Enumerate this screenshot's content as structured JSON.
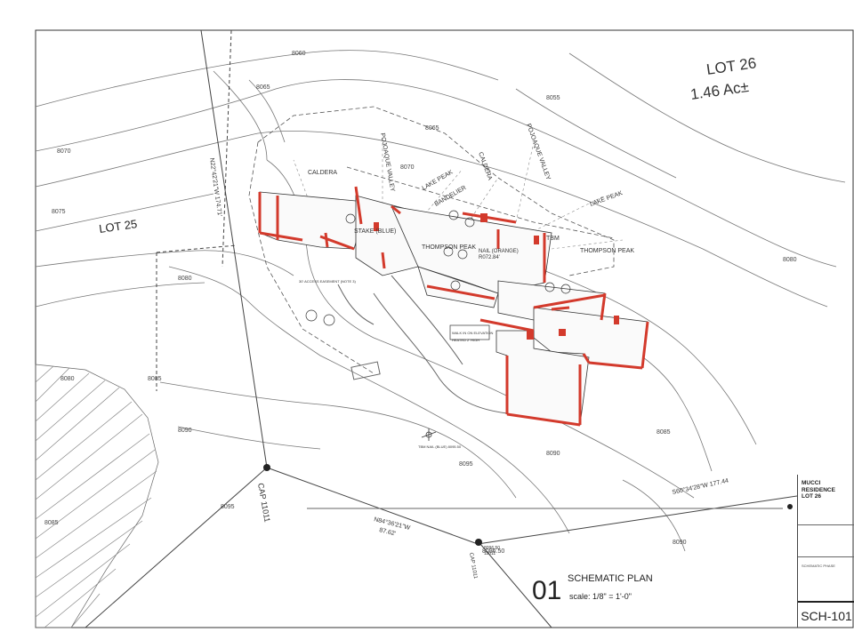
{
  "lot_labels": {
    "lot26_name": "LOT 26",
    "lot26_area": "1.46 Ac±",
    "lot25_name": "LOT 25"
  },
  "contours": [
    "8060",
    "8065",
    "8070",
    "8075",
    "8080",
    "8085",
    "8090",
    "8095",
    "8055",
    "8080",
    "8065",
    "8070",
    "8085",
    "8090",
    "8080",
    "8085",
    "8090",
    "8095",
    "8096.50"
  ],
  "view_lines": [
    "CALDERA",
    "POJOAQUE VALLEY",
    "LAKE PEAK",
    "BANDELIER",
    "CALDERA",
    "POJOAQUE VALLEY",
    "LAKE PEAK",
    "THOMPSON PEAK",
    "THOMPSON PEAK",
    "STAKE (BLUE)"
  ],
  "survey": {
    "nail": "NAIL (ORANGE)\nR072.84'",
    "tbm": "TBM",
    "bearing1": "N22°42'21\"W 174.71'",
    "bearing2": "N84°36'21\"W",
    "dist2": "87.62'",
    "bearing3": "S60°34'28\"W 177.44",
    "cap1": "CAP 11011",
    "cap2": "CAP 11011",
    "cap_elev": "8096.50\n11011"
  },
  "plan_notes": {
    "walkway": "WALK IN ON ELEVATION\nHEATED 2' HIGH",
    "access": "30' ACCESS EASEMENT (NOTE 3)",
    "tbm_nail": "TBM NAIL (BLUE) 8095.50"
  },
  "drawing": {
    "number": "01",
    "title": "SCHEMATIC PLAN",
    "scale": "scale:   1/8\" = 1'-0\""
  },
  "title_block": {
    "project": "MUCCI\nRESIDENCE\nLOT 26",
    "phase": "SCHEMATIC PHASE",
    "sheet": "SCH-101"
  }
}
